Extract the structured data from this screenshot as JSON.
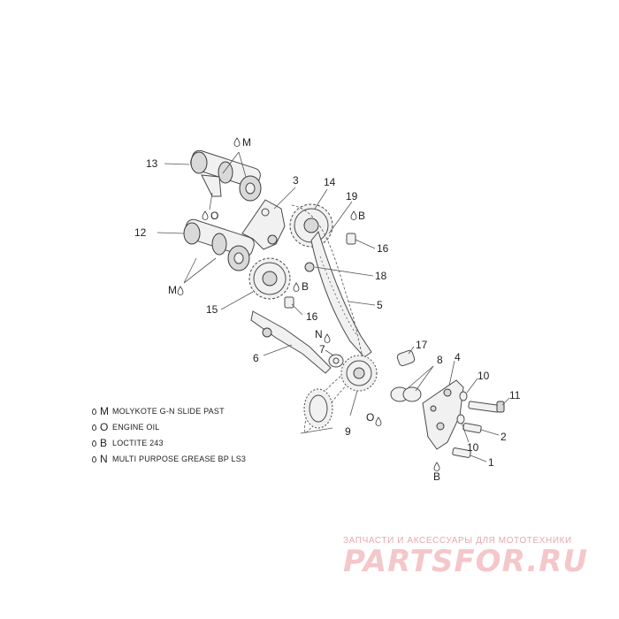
{
  "callouts": {
    "p1": "1",
    "p2": "2",
    "p3": "3",
    "p4": "4",
    "p5": "5",
    "p6": "6",
    "p7": "7",
    "p8": "8",
    "p9": "9",
    "p10a": "10",
    "p10b": "10",
    "p11": "11",
    "p12": "12",
    "p13": "13",
    "p14": "14",
    "p15": "15",
    "p16a": "16",
    "p16b": "16",
    "p17": "17",
    "p18": "18",
    "p19": "19"
  },
  "markers": {
    "m_top": "M",
    "o_mid": "O",
    "m_low": "M",
    "b_top": "B",
    "b_mid": "B",
    "n": "N",
    "o_low": "O",
    "b_bottom": "B"
  },
  "legend": [
    {
      "code": "M",
      "text": "MOLYKOTE G-N SLIDE PAST"
    },
    {
      "code": "O",
      "text": "ENGINE OIL"
    },
    {
      "code": "B",
      "text": "LOCTITE 243"
    },
    {
      "code": "N",
      "text": "MULTI PURPOSE GREASE BP LS3"
    }
  ],
  "watermark": {
    "caption": "ЗАПЧАСТИ И АКСЕССУАРЫ ДЛЯ МОТОТЕХНИКИ",
    "logo": "PARTSFOR.RU"
  }
}
